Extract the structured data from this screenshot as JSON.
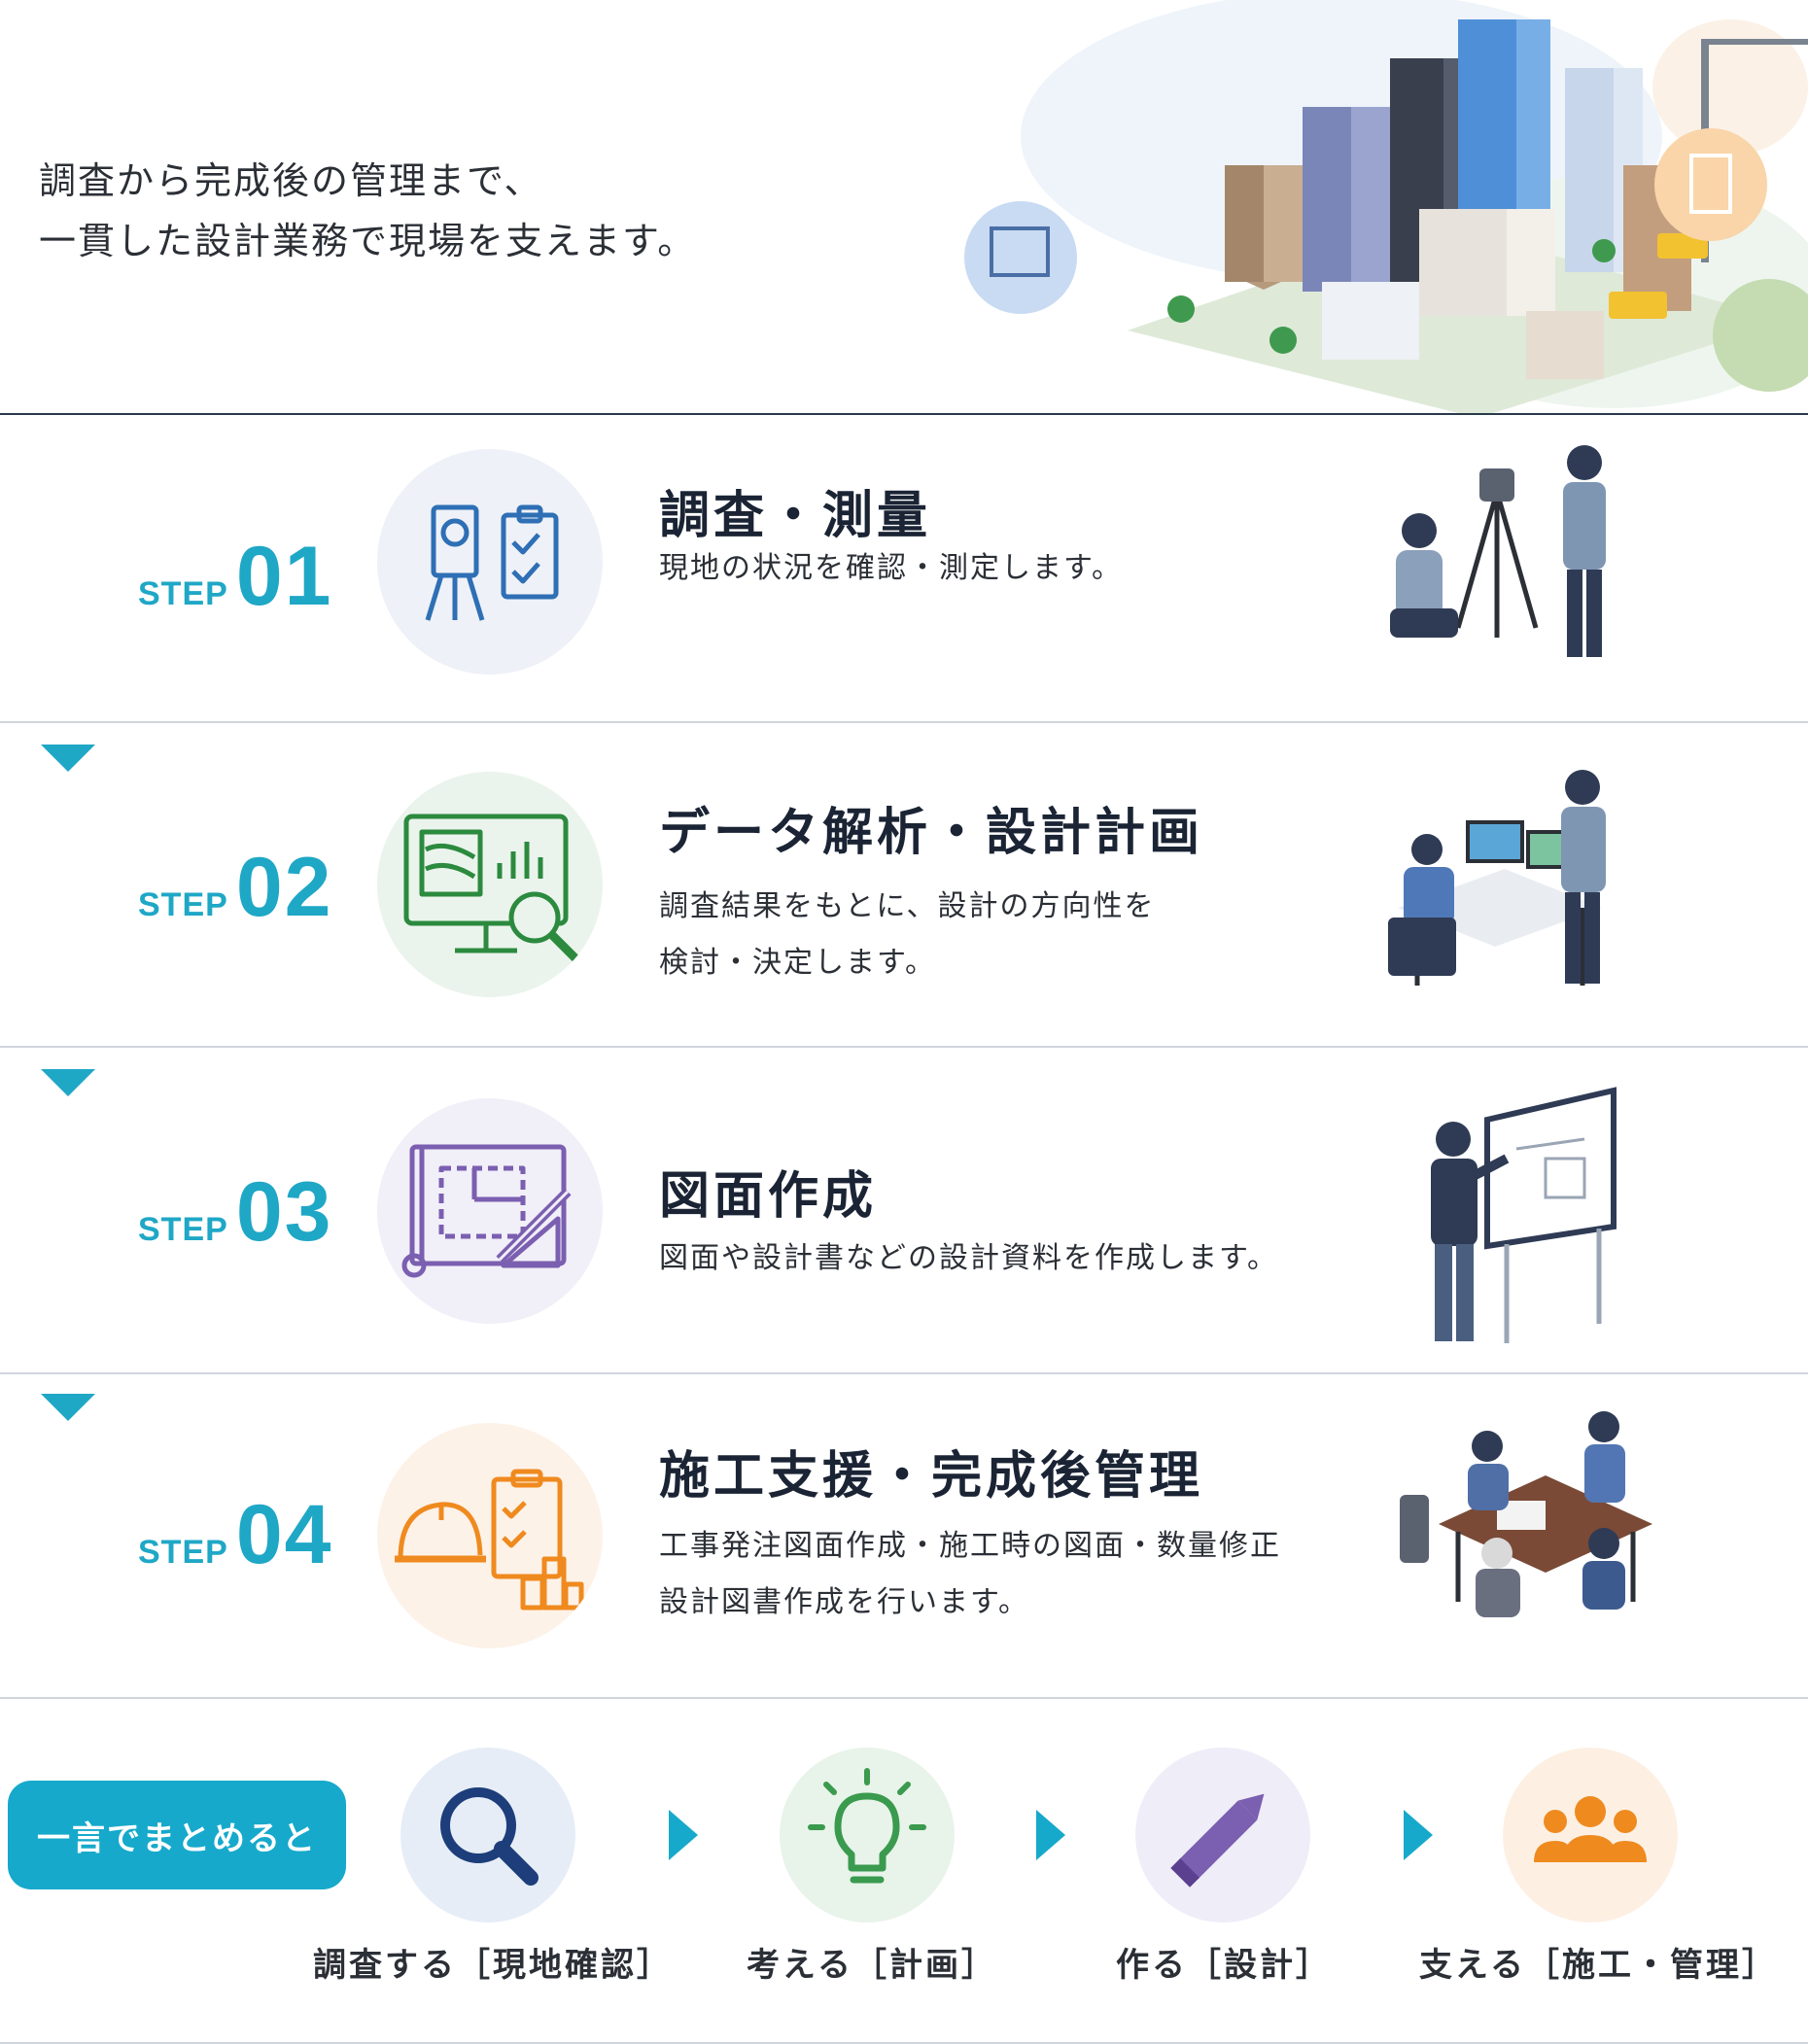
{
  "hero": {
    "line1": "調査から完成後の管理まで、",
    "line2": "一貫した設計業務で現場を支えます。"
  },
  "colors": {
    "accent": "#1fa7c6",
    "step1_bg": "#eef1f7",
    "step2_bg": "#eaf4ec",
    "step3_bg": "#f1eff8",
    "step4_bg": "#fdf2e8"
  },
  "steps": [
    {
      "step_word": "STEP",
      "number": "01",
      "title": "調査・測量",
      "desc": [
        "現地の状況を確認・測定します。"
      ],
      "icon": "surveying-instrument-clipboard-icon"
    },
    {
      "step_word": "STEP",
      "number": "02",
      "title": "データ解析・設計計画",
      "desc": [
        "調査結果をもとに、設計の方向性を",
        "検討・決定します。"
      ],
      "icon": "monitor-analysis-icon"
    },
    {
      "step_word": "STEP",
      "number": "03",
      "title": "図面作成",
      "desc": [
        "図面や設計書などの設計資料を作成します。"
      ],
      "icon": "blueprint-pencil-icon"
    },
    {
      "step_word": "STEP",
      "number": "04",
      "title": "施工支援・完成後管理",
      "desc": [
        "工事発注図面作成・施工時の図面・数量修正",
        "設計図書作成を行います。"
      ],
      "icon": "helmet-checklist-icon"
    }
  ],
  "summary": {
    "pill": "一言でまとめると",
    "items": [
      {
        "label": "調査する［現地確認］",
        "icon": "search-icon"
      },
      {
        "label": "考える［計画］",
        "icon": "lightbulb-icon"
      },
      {
        "label": "作る［設計］",
        "icon": "pencil-icon"
      },
      {
        "label": "支える［施工・管理］",
        "icon": "people-icon"
      }
    ]
  }
}
